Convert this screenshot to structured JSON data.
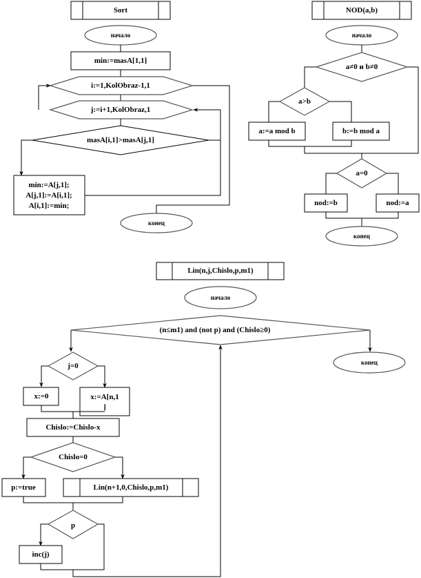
{
  "sort": {
    "title": "Sort",
    "start": "начало",
    "init": "min:=masA[1,1]",
    "loop_i": "i:=1,KolObraz-1,1",
    "loop_j": "j:=i+1,KolObraz,1",
    "condition": "masA[i,1]>masA[j,1]",
    "swap_lines": [
      "min:=A[j,1];",
      "A[j,1]:=A[i,1];",
      "A[i,1]:=min;"
    ],
    "end": "конец"
  },
  "nod": {
    "title": "NOD(a,b)",
    "start": "начало",
    "loop_condition": "a≠0 и b≠0",
    "compare": "a>b",
    "left_action": "a:=a mod b",
    "right_action": "b:=b mod a",
    "zero_check": "a=0",
    "left_result": "nod:=b",
    "right_result": "nod:=a",
    "end": "конец"
  },
  "lin": {
    "title": "Lin(n,j,Chislo,p,m1)",
    "start": "начало",
    "loop_condition": "(n≤m1)  and (not p) and (Chislo≥0)",
    "end": "конец",
    "j_check": "j=0",
    "x_zero": "x:=0",
    "x_assign_lines": [
      "x:=A[n,1",
      "]"
    ],
    "subtract": "Chislo:=Chislo-x",
    "chislo_check": "Chislo=0",
    "p_true": "p:=true",
    "recursive_call": "Lin(n+1,0,Chislo,p,m1)",
    "p_check": "p",
    "inc": "inc(j)"
  }
}
